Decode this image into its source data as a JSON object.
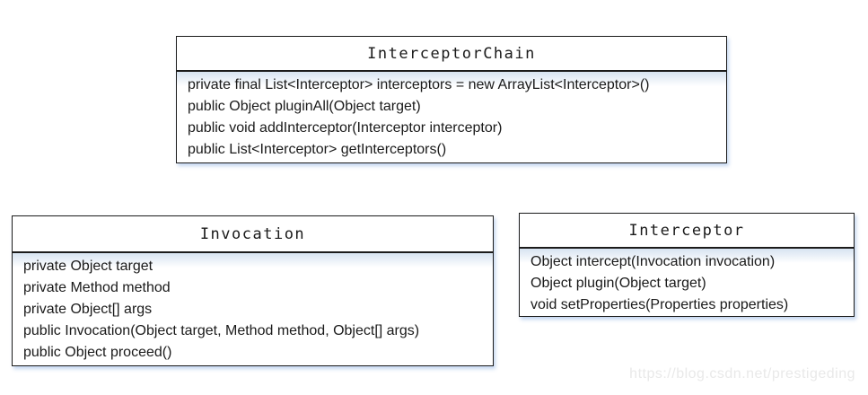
{
  "diagram": {
    "type": "uml-class-diagram",
    "colors": {
      "background": "#ffffff",
      "border": "#1b1b1b",
      "text": "#1a1a1a",
      "body_top_tint": "#d7e3f1",
      "shadow": "#bed2ee",
      "watermark_text": "#e9e9e9"
    }
  },
  "classes": [
    {
      "name": "InterceptorChain",
      "members": [
        "private final List<Interceptor> interceptors = new ArrayList<Interceptor>()",
        "public Object pluginAll(Object target)",
        "public void addInterceptor(Interceptor interceptor)",
        "public List<Interceptor> getInterceptors()"
      ]
    },
    {
      "name": "Invocation",
      "members": [
        "private Object target",
        "private Method method",
        "private Object[] args",
        "public Invocation(Object target, Method method, Object[] args)",
        "public Object proceed()"
      ]
    },
    {
      "name": "Interceptor",
      "members": [
        "Object intercept(Invocation invocation)",
        "Object plugin(Object target)",
        "void setProperties(Properties properties)"
      ]
    }
  ],
  "watermark": "https://blog.csdn.net/prestigeding"
}
